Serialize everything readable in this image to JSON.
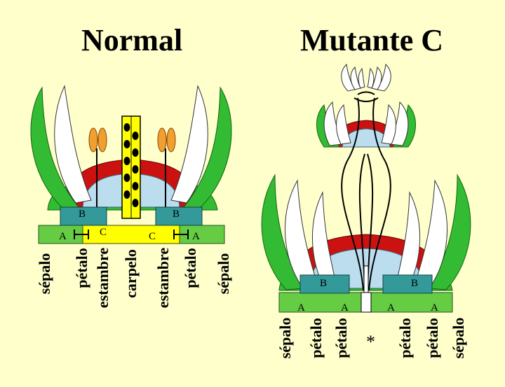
{
  "titles": {
    "normal": "Normal",
    "mutant": "Mutante C"
  },
  "normal": {
    "whorl_labels": [
      "sépalo",
      "pétalo",
      "estambre",
      "carpelo",
      "estambre",
      "pétalo",
      "sépalo"
    ],
    "gene_labels": {
      "a_left": "A",
      "a_right": "A",
      "b_left": "B",
      "b_right": "B",
      "c_left": "C",
      "c_right": "C"
    }
  },
  "mutant": {
    "whorl_labels": [
      "sépalo",
      "pétalo",
      "pétalo",
      "*",
      "pétalo",
      "pétalo",
      "sépalo"
    ],
    "gene_labels": {
      "a1": "A",
      "a2": "A",
      "a3": "A",
      "a4": "A",
      "b_left": "B",
      "b_right": "B"
    }
  },
  "colors": {
    "background": "#FFFFCC",
    "sepal": "#33BB33",
    "petal": "#FFFFFF",
    "stamen_red": "#CC1111",
    "receptacle": "#BBDDEE",
    "gene_a": "#66CC44",
    "gene_b": "#339999",
    "gene_c": "#FFFF00",
    "anther": "#F0A030"
  }
}
